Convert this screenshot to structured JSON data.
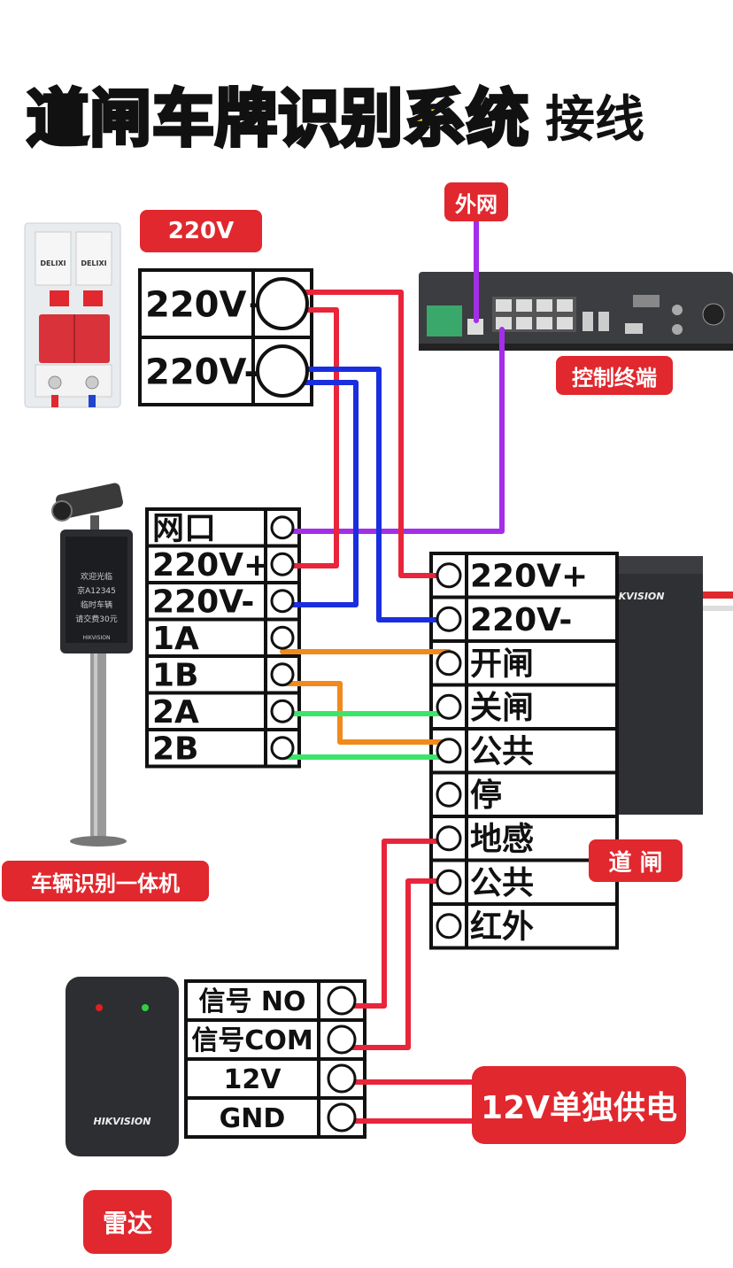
{
  "title": {
    "main": "道闸车牌识别系统",
    "sub": "接线"
  },
  "tags": {
    "voltage": "220V",
    "internet": "外网",
    "control_terminal": "控制终端",
    "camera_unit": "车辆识别一体机",
    "barrier": "道 闸",
    "radar": "雷达",
    "separate_power": "12V单独供电"
  },
  "power_block": {
    "rows": [
      "220V+",
      "220V-"
    ]
  },
  "camera_block": {
    "rows": [
      "网口",
      "220V+",
      "220V-",
      "1A",
      "1B",
      "2A",
      "2B"
    ]
  },
  "barrier_block": {
    "rows": [
      "220V+",
      "220V-",
      "开闸",
      "关闸",
      "公共",
      "停",
      "地感",
      "公共",
      "红外"
    ]
  },
  "radar_block": {
    "rows": [
      "信号 NO",
      "信号COM",
      "12V",
      "GND"
    ]
  },
  "devices": {
    "breaker_brand": "DELIXI",
    "barrier_brand": "HIKVISION",
    "radar_brand": "HIKVISION",
    "camera_brand": "HIKVISION",
    "camera_screen_lines": [
      "欢迎光临",
      "京A12345",
      "临时车辆",
      "请交费30元"
    ]
  },
  "colors": {
    "tag_red": "#e0282e",
    "wire_live": "#e8253a",
    "wire_neutral": "#1a2ee0",
    "wire_network": "#a42ee8",
    "wire_open": "#f08a1c",
    "wire_common": "#f08a1c",
    "wire_close": "#3ce56a",
    "title_yellow": "#f7e33a"
  }
}
